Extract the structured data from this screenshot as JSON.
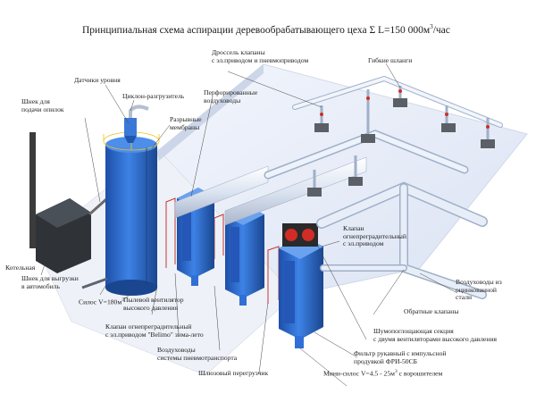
{
  "title": {
    "main": "Принципиальная схема аспирации деревообрабатывающего цеха Σ L=150 000м",
    "sup": "3",
    "unit": "/час"
  },
  "labels": {
    "drossel_l1": "Дроссель клапаны",
    "drossel_l2": "с эл.приводом и пневмоприводом",
    "flex_hoses": "Гибкие шланги",
    "level_sensors": "Датчики уровня",
    "screw_feed_l1": "Шнек для",
    "screw_feed_l2": "подачи опилок",
    "cyclone": "Циклон-разгрузитель",
    "perforated_l1": "Перфорированные",
    "perforated_l2": "воздуховоды",
    "membranes_l1": "Разрывные",
    "membranes_l2": "мембраны",
    "fire_valve_l1": "Клапан",
    "fire_valve_l2": "огнепреградительный",
    "fire_valve_l3": "с эл.приводом",
    "boiler": "Котельная",
    "screw_unload_l1": "Шнек для выгрузки",
    "screw_unload_l2": "в автомобиль",
    "silo_text": "Силос V=180м",
    "silo_sup": "3",
    "dust_fan_l1": "Пылевой вентилятор",
    "dust_fan_l2": "высокого давления",
    "ducts_galv_l1": "Воздуховоды из",
    "ducts_galv_l2": "оцинкованной",
    "ducts_galv_l3": "стали",
    "belimo_l1": "Клапан огнепреградительный",
    "belimo_l2": "с эл.приводом \"Belimo\" зима-лето",
    "check_valves": "Обратные клапаны",
    "noise_l1": "Шумопоглощающая секция",
    "noise_l2": "с двумя вентиляторами высокого давления",
    "pneumo_l1": "Воздуховоды",
    "pneumo_l2": "системы пневмотранспорта",
    "filter_l1": "Фильтр рукавный с импульсной",
    "filter_l2": "продувкой ФРИ-50СБ",
    "sluice": "Шлюзовый перегрузчик",
    "minisilo_text": "Мини-силос V=4.5 - 25м",
    "minisilo_sup": "3",
    "minisilo_tail": " с ворошителем"
  },
  "colors": {
    "equipment_blue": "#2f6fd6",
    "duct": "#dfe6f3",
    "floor": "#e6ecf8",
    "frame_red": "#c8382f",
    "leader": "#444444"
  }
}
